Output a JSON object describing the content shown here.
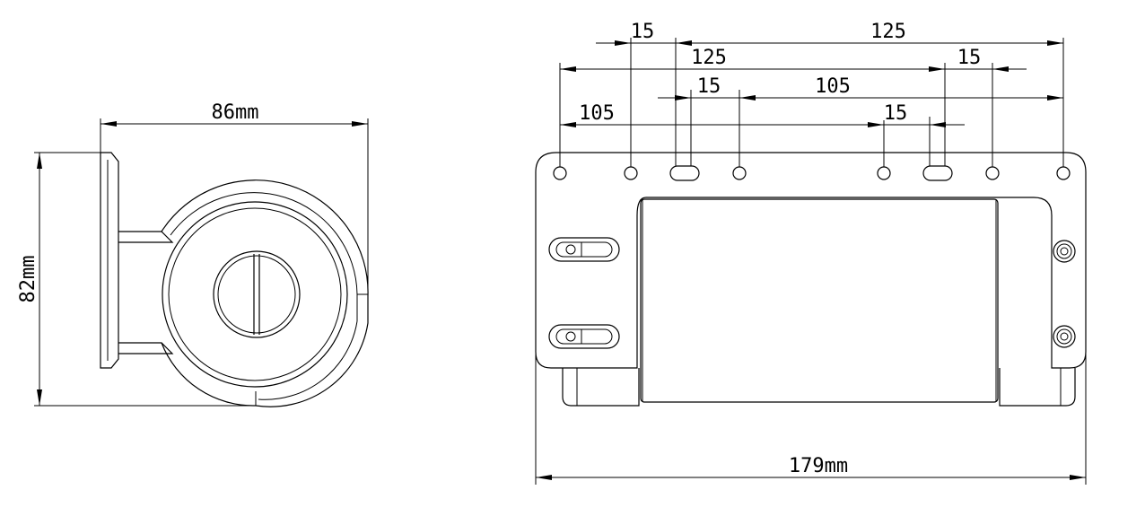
{
  "side_view": {
    "width_label": "86mm",
    "height_label": "82mm"
  },
  "front_view": {
    "width_label": "179mm",
    "hole_spacings": {
      "top_row_1_small": "15",
      "top_row_1_large": "125",
      "top_row_2_large": "125",
      "top_row_2_small": "15",
      "mid_row_small": "15",
      "mid_row_large": "105",
      "low_row_large": "105",
      "low_row_small": "15"
    }
  },
  "colors": {
    "line": "#000000",
    "background": "#ffffff"
  }
}
